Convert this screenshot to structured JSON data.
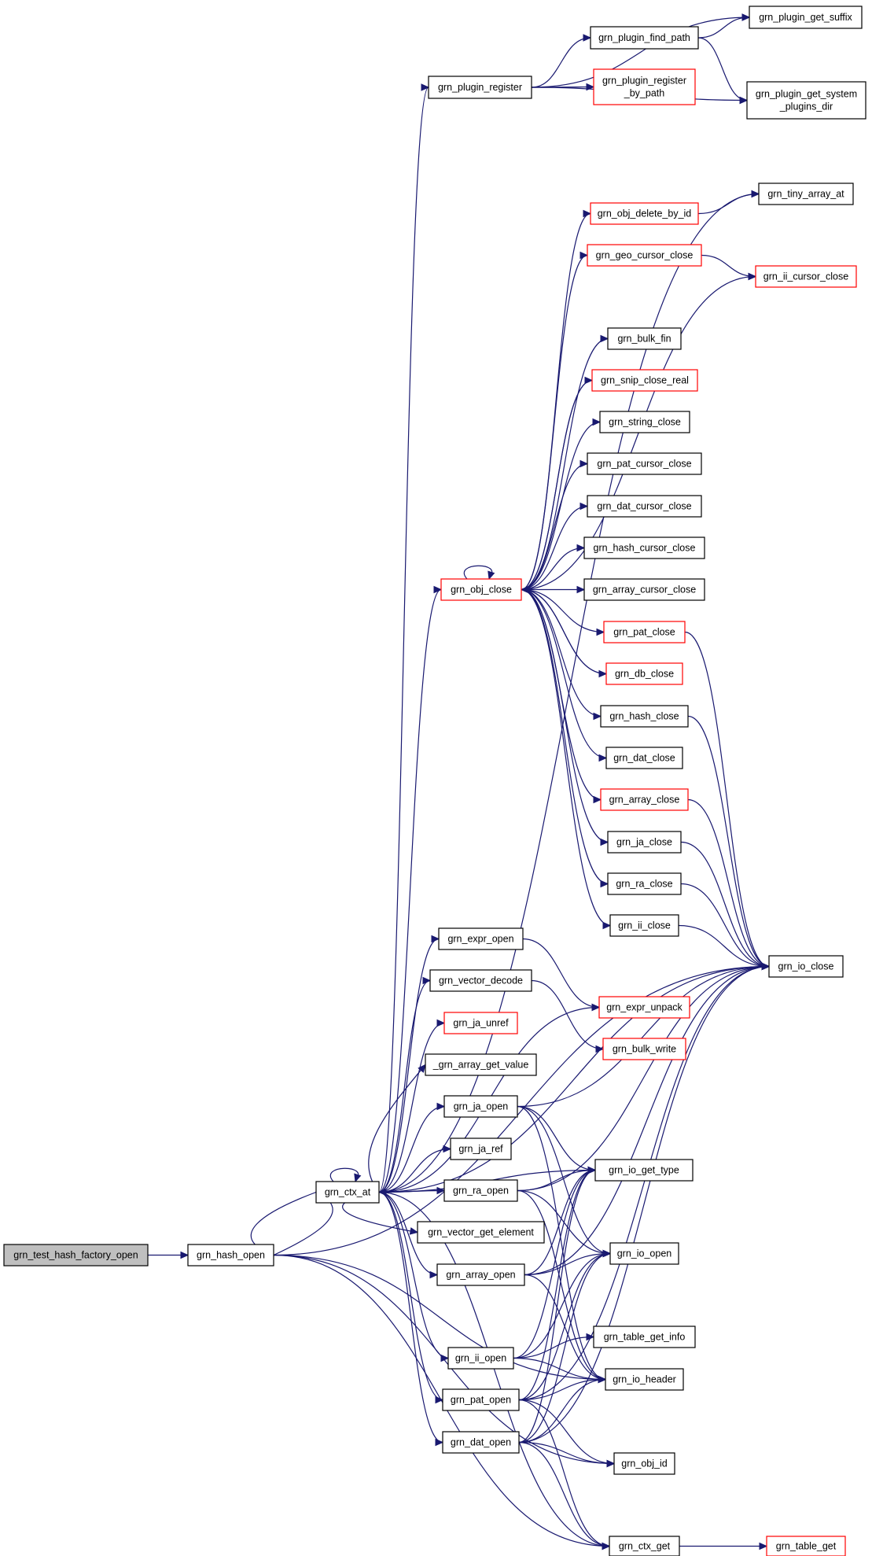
{
  "colors": {
    "edge": "#191970",
    "red_border": "#ff0000",
    "root_fill": "#bfbfbf"
  },
  "nodes": [
    {
      "id": "root",
      "lines": [
        "grn_test_hash_factory_open"
      ],
      "root": true
    },
    {
      "id": "hash_open",
      "lines": [
        "grn_hash_open"
      ]
    },
    {
      "id": "ctx_at",
      "lines": [
        "grn_ctx_at"
      ]
    },
    {
      "id": "plugin_register",
      "lines": [
        "grn_plugin_register"
      ]
    },
    {
      "id": "plugin_find_path",
      "lines": [
        "grn_plugin_find_path"
      ]
    },
    {
      "id": "plugin_get_suffix",
      "lines": [
        "grn_plugin_get_suffix"
      ]
    },
    {
      "id": "plugin_register_by_path",
      "lines": [
        "grn_plugin_register",
        "_by_path"
      ],
      "red": true
    },
    {
      "id": "plugin_get_system",
      "lines": [
        "grn_plugin_get_system",
        "_plugins_dir"
      ]
    },
    {
      "id": "tiny_array_at",
      "lines": [
        "grn_tiny_array_at"
      ]
    },
    {
      "id": "obj_delete_by_id",
      "lines": [
        "grn_obj_delete_by_id"
      ],
      "red": true
    },
    {
      "id": "geo_cursor_close",
      "lines": [
        "grn_geo_cursor_close"
      ],
      "red": true
    },
    {
      "id": "ii_cursor_close",
      "lines": [
        "grn_ii_cursor_close"
      ],
      "red": true
    },
    {
      "id": "bulk_fin",
      "lines": [
        "grn_bulk_fin"
      ]
    },
    {
      "id": "snip_close_real",
      "lines": [
        "grn_snip_close_real"
      ],
      "red": true
    },
    {
      "id": "string_close",
      "lines": [
        "grn_string_close"
      ]
    },
    {
      "id": "pat_cursor_close",
      "lines": [
        "grn_pat_cursor_close"
      ]
    },
    {
      "id": "dat_cursor_close",
      "lines": [
        "grn_dat_cursor_close"
      ]
    },
    {
      "id": "hash_cursor_close",
      "lines": [
        "grn_hash_cursor_close"
      ]
    },
    {
      "id": "obj_close",
      "lines": [
        "grn_obj_close"
      ],
      "red": true
    },
    {
      "id": "array_cursor_close",
      "lines": [
        "grn_array_cursor_close"
      ]
    },
    {
      "id": "pat_close",
      "lines": [
        "grn_pat_close"
      ],
      "red": true
    },
    {
      "id": "db_close",
      "lines": [
        "grn_db_close"
      ],
      "red": true
    },
    {
      "id": "hash_close",
      "lines": [
        "grn_hash_close"
      ]
    },
    {
      "id": "dat_close",
      "lines": [
        "grn_dat_close"
      ]
    },
    {
      "id": "array_close",
      "lines": [
        "grn_array_close"
      ],
      "red": true
    },
    {
      "id": "ja_close",
      "lines": [
        "grn_ja_close"
      ]
    },
    {
      "id": "ra_close",
      "lines": [
        "grn_ra_close"
      ]
    },
    {
      "id": "ii_close",
      "lines": [
        "grn_ii_close"
      ]
    },
    {
      "id": "io_close",
      "lines": [
        "grn_io_close"
      ]
    },
    {
      "id": "expr_open",
      "lines": [
        "grn_expr_open"
      ]
    },
    {
      "id": "vector_decode",
      "lines": [
        "grn_vector_decode"
      ]
    },
    {
      "id": "expr_unpack",
      "lines": [
        "grn_expr_unpack"
      ],
      "red": true
    },
    {
      "id": "bulk_write",
      "lines": [
        "grn_bulk_write"
      ],
      "red": true
    },
    {
      "id": "ja_unref",
      "lines": [
        "grn_ja_unref"
      ],
      "red": true
    },
    {
      "id": "array_get_value",
      "lines": [
        "_grn_array_get_value"
      ]
    },
    {
      "id": "ja_open",
      "lines": [
        "grn_ja_open"
      ]
    },
    {
      "id": "ja_ref",
      "lines": [
        "grn_ja_ref"
      ]
    },
    {
      "id": "io_get_type",
      "lines": [
        "grn_io_get_type"
      ]
    },
    {
      "id": "ra_open",
      "lines": [
        "grn_ra_open"
      ]
    },
    {
      "id": "vector_get_element",
      "lines": [
        "grn_vector_get_element"
      ]
    },
    {
      "id": "io_open",
      "lines": [
        "grn_io_open"
      ]
    },
    {
      "id": "array_open",
      "lines": [
        "grn_array_open"
      ]
    },
    {
      "id": "table_get_info",
      "lines": [
        "grn_table_get_info"
      ]
    },
    {
      "id": "ii_open",
      "lines": [
        "grn_ii_open"
      ]
    },
    {
      "id": "io_header",
      "lines": [
        "grn_io_header"
      ]
    },
    {
      "id": "pat_open",
      "lines": [
        "grn_pat_open"
      ]
    },
    {
      "id": "dat_open",
      "lines": [
        "grn_dat_open"
      ]
    },
    {
      "id": "obj_id",
      "lines": [
        "grn_obj_id"
      ]
    },
    {
      "id": "ctx_get",
      "lines": [
        "grn_ctx_get"
      ]
    },
    {
      "id": "table_get",
      "lines": [
        "grn_table_get"
      ],
      "red": true
    }
  ],
  "edges": [
    [
      "root",
      "hash_open"
    ],
    [
      "hash_open",
      "ctx_at"
    ],
    [
      "ctx_at",
      "hash_open"
    ],
    [
      "ctx_at",
      "ctx_at"
    ],
    [
      "ctx_at",
      "plugin_register"
    ],
    [
      "plugin_register",
      "plugin_find_path"
    ],
    [
      "plugin_register",
      "plugin_get_suffix"
    ],
    [
      "plugin_register",
      "plugin_register_by_path"
    ],
    [
      "plugin_register",
      "plugin_get_system"
    ],
    [
      "plugin_find_path",
      "plugin_get_suffix"
    ],
    [
      "plugin_find_path",
      "plugin_get_system"
    ],
    [
      "ctx_at",
      "tiny_array_at"
    ],
    [
      "ctx_at",
      "obj_close"
    ],
    [
      "obj_close",
      "obj_delete_by_id"
    ],
    [
      "obj_delete_by_id",
      "tiny_array_at"
    ],
    [
      "obj_close",
      "geo_cursor_close"
    ],
    [
      "geo_cursor_close",
      "ii_cursor_close"
    ],
    [
      "obj_close",
      "ii_cursor_close"
    ],
    [
      "obj_close",
      "bulk_fin"
    ],
    [
      "obj_close",
      "snip_close_real"
    ],
    [
      "snip_close_real",
      "obj_close"
    ],
    [
      "obj_close",
      "string_close"
    ],
    [
      "obj_close",
      "pat_cursor_close"
    ],
    [
      "obj_close",
      "dat_cursor_close"
    ],
    [
      "obj_close",
      "hash_cursor_close"
    ],
    [
      "obj_close",
      "array_cursor_close"
    ],
    [
      "obj_close",
      "obj_close"
    ],
    [
      "obj_close",
      "pat_close"
    ],
    [
      "obj_close",
      "db_close"
    ],
    [
      "db_close",
      "obj_close"
    ],
    [
      "obj_close",
      "hash_close"
    ],
    [
      "obj_close",
      "dat_close"
    ],
    [
      "obj_close",
      "array_close"
    ],
    [
      "obj_close",
      "ja_close"
    ],
    [
      "obj_close",
      "ra_close"
    ],
    [
      "obj_close",
      "ii_close"
    ],
    [
      "pat_close",
      "io_close"
    ],
    [
      "hash_close",
      "io_close"
    ],
    [
      "array_close",
      "io_close"
    ],
    [
      "ja_close",
      "io_close"
    ],
    [
      "ra_close",
      "io_close"
    ],
    [
      "ii_close",
      "io_close"
    ],
    [
      "ctx_at",
      "io_close"
    ],
    [
      "hash_open",
      "io_close"
    ],
    [
      "ctx_at",
      "expr_open"
    ],
    [
      "ctx_at",
      "vector_decode"
    ],
    [
      "expr_open",
      "expr_unpack"
    ],
    [
      "ctx_at",
      "expr_unpack"
    ],
    [
      "vector_decode",
      "bulk_write"
    ],
    [
      "ctx_at",
      "ja_unref"
    ],
    [
      "ctx_at",
      "array_get_value"
    ],
    [
      "ctx_at",
      "ja_open"
    ],
    [
      "ctx_at",
      "ja_ref"
    ],
    [
      "ctx_at",
      "ra_open"
    ],
    [
      "ctx_at",
      "vector_get_element"
    ],
    [
      "ctx_at",
      "array_open"
    ],
    [
      "ctx_at",
      "ii_open"
    ],
    [
      "ctx_at",
      "pat_open"
    ],
    [
      "ctx_at",
      "dat_open"
    ],
    [
      "ctx_at",
      "io_get_type"
    ],
    [
      "ja_open",
      "io_close"
    ],
    [
      "ja_open",
      "io_get_type"
    ],
    [
      "ja_open",
      "io_open"
    ],
    [
      "ja_open",
      "io_header"
    ],
    [
      "ra_open",
      "io_close"
    ],
    [
      "ra_open",
      "io_get_type"
    ],
    [
      "ra_open",
      "io_open"
    ],
    [
      "ra_open",
      "io_header"
    ],
    [
      "array_open",
      "io_close"
    ],
    [
      "array_open",
      "io_get_type"
    ],
    [
      "array_open",
      "io_open"
    ],
    [
      "array_open",
      "io_header"
    ],
    [
      "ii_open",
      "io_get_type"
    ],
    [
      "ii_open",
      "io_open"
    ],
    [
      "ii_open",
      "table_get_info"
    ],
    [
      "ii_open",
      "io_header"
    ],
    [
      "pat_open",
      "io_close"
    ],
    [
      "pat_open",
      "io_get_type"
    ],
    [
      "pat_open",
      "io_open"
    ],
    [
      "pat_open",
      "io_header"
    ],
    [
      "pat_open",
      "obj_id"
    ],
    [
      "pat_open",
      "ctx_get"
    ],
    [
      "dat_open",
      "io_close"
    ],
    [
      "dat_open",
      "io_get_type"
    ],
    [
      "dat_open",
      "io_open"
    ],
    [
      "dat_open",
      "io_header"
    ],
    [
      "dat_open",
      "obj_id"
    ],
    [
      "dat_open",
      "ctx_get"
    ],
    [
      "hash_open",
      "io_header"
    ],
    [
      "hash_open",
      "ctx_get"
    ],
    [
      "hash_open",
      "obj_id"
    ],
    [
      "ctx_get",
      "ctx_at"
    ],
    [
      "ctx_get",
      "table_get"
    ]
  ]
}
